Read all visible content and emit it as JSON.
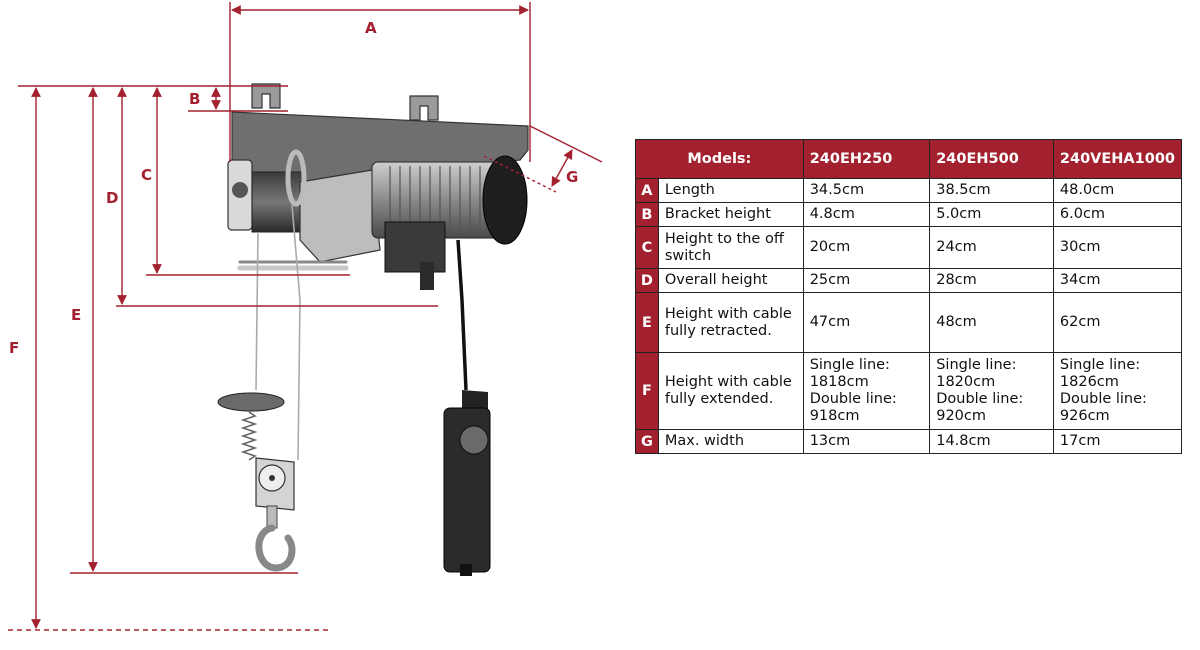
{
  "dimension_labels": {
    "A": "A",
    "B": "B",
    "C": "C",
    "D": "D",
    "E": "E",
    "F": "F",
    "G": "G"
  },
  "colors": {
    "accent": "#a3202e",
    "hoist_body": "#6f6f6f",
    "motor_dark": "#2a2a2a",
    "table_border": "#222222"
  },
  "table": {
    "header": {
      "models_label": "Models:",
      "models": [
        "240EH250",
        "240EH500",
        "240VEHA1000"
      ]
    },
    "rows": [
      {
        "letter": "A",
        "desc": "Length",
        "values": [
          "34.5cm",
          "38.5cm",
          "48.0cm"
        ]
      },
      {
        "letter": "B",
        "desc": "Bracket height",
        "values": [
          "4.8cm",
          "5.0cm",
          "6.0cm"
        ]
      },
      {
        "letter": "C",
        "desc": "Height to the off switch",
        "values": [
          "20cm",
          "24cm",
          "30cm"
        ]
      },
      {
        "letter": "D",
        "desc": "Overall height",
        "values": [
          "25cm",
          "28cm",
          "34cm"
        ]
      },
      {
        "letter": "E",
        "desc": "Height with cable fully retracted.",
        "values": [
          "47cm",
          "48cm",
          "62cm"
        ]
      },
      {
        "letter": "F",
        "desc": "Height with cable fully extended.",
        "values": [
          "Single line:\n1818cm\nDouble line:\n918cm",
          "Single line:\n1820cm\nDouble line:\n920cm",
          "Single line:\n1826cm\nDouble line:\n926cm"
        ]
      },
      {
        "letter": "G",
        "desc": "Max. width",
        "values": [
          "13cm",
          "14.8cm",
          "17cm"
        ]
      }
    ]
  }
}
